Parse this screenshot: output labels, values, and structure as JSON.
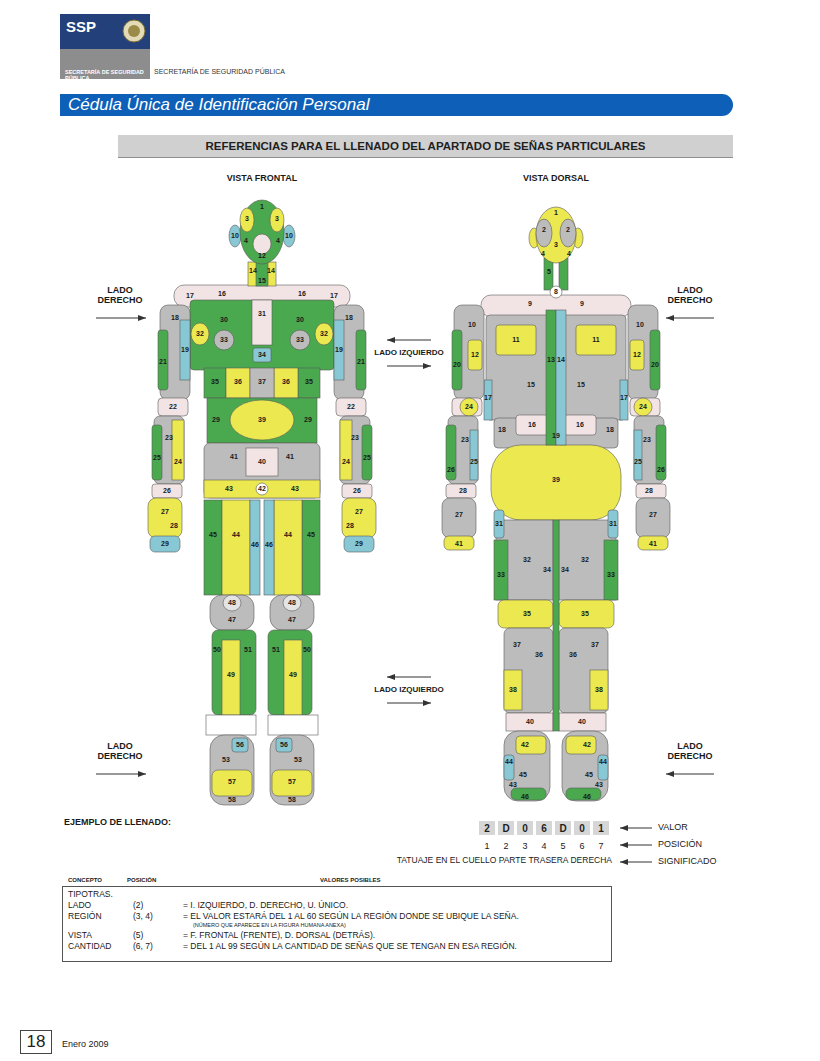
{
  "diagram": {
    "title": "Cédula Única de Identificación Personal",
    "nodes": [
      {
        "text": [
          "SSP",
          "SECRETARÍA DE SEGURIDAD PÚBLICA"
        ]
      },
      {
        "text": [
          "REFERENCIAS PARA EL LLENADO DEL APARTADO DE SEÑAS PARTICULARES"
        ]
      },
      {
        "text": [
          "2"
        ]
      },
      {
        "text": [
          "D"
        ]
      },
      {
        "text": [
          "0"
        ]
      },
      {
        "text": [
          "6"
        ]
      },
      {
        "text": [
          "D"
        ]
      },
      {
        "text": [
          "0"
        ]
      },
      {
        "text": [
          "1"
        ]
      },
      {
        "text": [
          "TIPOTRAS.",
          "LADO",
          "(2)",
          "= I. IZQUIERDO, D. DERECHO, U. ÚNICO.",
          "REGIÓN",
          "(3, 4)",
          "= EL VALOR ESTARÁ DEL 1 AL 60 SEGÚN LA REGIÓN DONDE SE UBIQUE LA SEÑA.",
          "(NÚMERO QUE APARECE EN LA FIGURA HUMANA ANEXA)",
          "VISTA",
          "(5)",
          "= F. FRONTAL (FRENTE), D. DORSAL (DETRÁS).",
          "CANTIDAD",
          "(6, 7)",
          "= DEL 1 AL 99 SEGÚN LA CANTIDAD DE SEÑAS QUE SE TENGAN EN ESA REGIÓN."
        ]
      },
      {
        "text": [
          "18"
        ]
      }
    ],
    "labels": [
      "SECRETARÍA DE SEGURIDAD PÚBLICA",
      "VISTA FRONTAL",
      "VISTA DORSAL",
      "LADO DERECHO",
      "LADO DERECHO",
      "LADO IZQUIERDO",
      "LADO IZQUIERDO",
      "LADO DERECHO",
      "LADO DERECHO",
      "EJEMPLO DE LLENADO:",
      "1",
      "2",
      "3",
      "4",
      "5",
      "6",
      "7",
      "VALOR",
      "POSICIÓN",
      "SIGNIFICADO",
      "TATUAJE EN EL CUELLO PARTE TRASERA DERECHA",
      "CONCEPTO",
      "POSICIÓN",
      "VALORES POSIBLES",
      "Enero 2009",
      "1",
      "3",
      "3",
      "4",
      "4",
      "10",
      "10",
      "12",
      "14",
      "14",
      "15",
      "16",
      "16",
      "17",
      "17",
      "18",
      "18",
      "30",
      "30",
      "31",
      "32",
      "32",
      "33",
      "33",
      "34",
      "19",
      "19",
      "21",
      "21",
      "35",
      "35",
      "36",
      "36",
      "37",
      "29",
      "39",
      "29",
      "22",
      "22",
      "23",
      "23",
      "25",
      "25",
      "24",
      "24",
      "26",
      "26",
      "41",
      "40",
      "41",
      "43",
      "42",
      "43",
      "27",
      "27",
      "28",
      "28",
      "29",
      "29",
      "45",
      "44",
      "46",
      "46",
      "44",
      "45",
      "48",
      "48",
      "47",
      "47",
      "50",
      "51",
      "49",
      "49",
      "51",
      "50",
      "56",
      "56",
      "53",
      "53",
      "57",
      "57",
      "58",
      "58",
      "1",
      "2",
      "2",
      "3",
      "4",
      "4",
      "5",
      "8",
      "9",
      "9",
      "10",
      "10",
      "11",
      "11",
      "12",
      "12",
      "20",
      "20",
      "13",
      "14",
      "15",
      "15",
      "17",
      "17",
      "24",
      "24",
      "16",
      "16",
      "18",
      "18",
      "19",
      "23",
      "23",
      "25",
      "25",
      "26",
      "26",
      "39",
      "28",
      "28",
      "27",
      "27",
      "41",
      "41",
      "31",
      "31",
      "32",
      "32",
      "34",
      "34",
      "33",
      "33",
      "35",
      "35",
      "37",
      "37",
      "36",
      "36",
      "38",
      "38",
      "40",
      "40",
      "42",
      "42",
      "44",
      "44",
      "45",
      "45",
      "43",
      "43",
      "46",
      "46"
    ]
  }
}
